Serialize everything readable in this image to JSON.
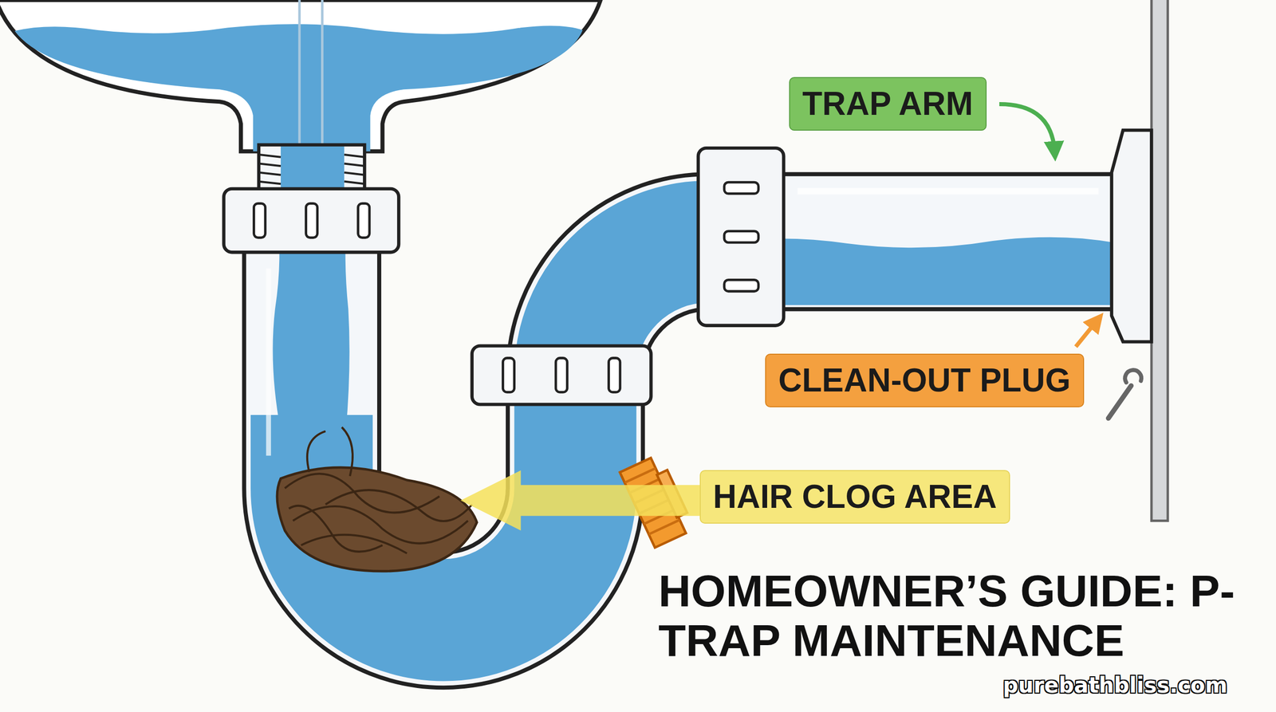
{
  "diagram": {
    "title": "HOMEOWNER’S GUIDE: P-TRAP MAINTENANCE",
    "nodes": [
      {
        "text": [
          "TRAP ARM"
        ]
      },
      {
        "text": [
          "CLEAN-OUT PLUG"
        ]
      },
      {
        "text": [
          "HAIR CLOG AREA"
        ]
      }
    ],
    "labels": [
      "purebathbliss.com"
    ]
  }
}
